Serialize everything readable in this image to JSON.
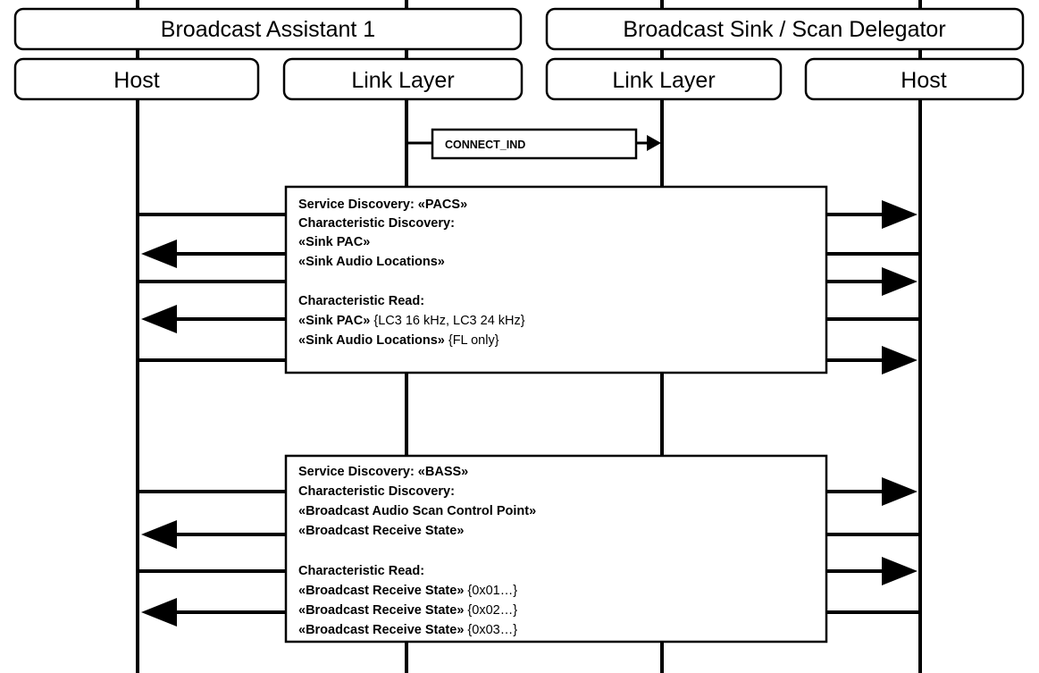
{
  "devices": {
    "left": "Broadcast Assistant 1",
    "right": "Broadcast Sink / Scan Delegator"
  },
  "lanes": {
    "host_left": "Host",
    "link_left": "Link Layer",
    "link_right": "Link Layer",
    "host_right": "Host"
  },
  "connect_label": "CONNECT_IND",
  "pacs_box": {
    "line1": "Service Discovery: «PACS»",
    "line2": "Characteristic Discovery:",
    "line3": "«Sink PAC»",
    "line4": "«Sink Audio Locations»",
    "line5": "Characteristic Read:",
    "line6_bold": "«Sink PAC»",
    "line6_rest": " {LC3 16 kHz, LC3 24 kHz}",
    "line7_bold": "«Sink Audio Locations»",
    "line7_rest": " {FL only}"
  },
  "bass_box": {
    "line1": "Service Discovery: «BASS»",
    "line2": "Characteristic Discovery:",
    "line3": "«Broadcast Audio Scan Control Point»",
    "line4": "«Broadcast Receive State»",
    "line5": "Characteristic Read:",
    "line6_bold": "«Broadcast Receive State»",
    "line6_rest": " {0x01…}",
    "line7_bold": "«Broadcast Receive State»",
    "line7_rest": " {0x02…}",
    "line8_bold": "«Broadcast Receive State»",
    "line8_rest": " {0x03…}"
  }
}
